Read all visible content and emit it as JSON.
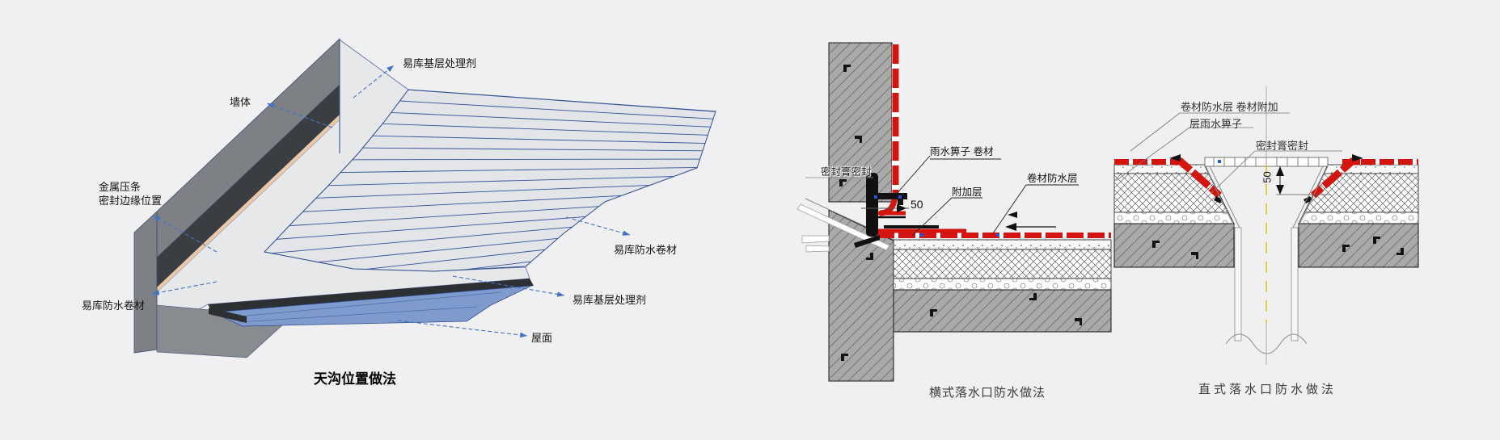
{
  "page": {
    "background": "#F0F0F2"
  },
  "colors": {
    "leader_blue": "#4472C4",
    "membrane_red": "#D4150F",
    "roof_blue": "#7F9BCE",
    "wall_gray": "#7D8186",
    "primer_dark": "#2D3033",
    "batten_tan": "#ECC9A6",
    "concrete_gray": "#A9A9A9",
    "centerline_yellow": "#D8C41A"
  },
  "gutter_diagram": {
    "title": "天沟位置做法",
    "labels": {
      "wall": "墙体",
      "primer_top": "易库基层处理剂",
      "metal_batten_line1": "金属压条",
      "metal_batten_line2": "密封边缘位置",
      "membrane_left": "易库防水卷材",
      "membrane_right": "易库防水卷材",
      "primer_bottom": "易库基层处理剂",
      "roof": "屋面"
    }
  },
  "side_drain_diagram": {
    "caption": "横式落水口防水做法",
    "labels": {
      "sealant": "密封膏密封",
      "rain_grate": "雨水箅子 卷材",
      "add_layer": "附加层",
      "membrane": "卷材防水层",
      "dim": "50"
    }
  },
  "vertical_drain_diagram": {
    "caption": "直式落水口防水做法",
    "labels": {
      "line1": "卷材防水层 卷材附加",
      "line2": "层雨水箅子",
      "sealant": "密封膏密封",
      "dim": "50"
    }
  }
}
